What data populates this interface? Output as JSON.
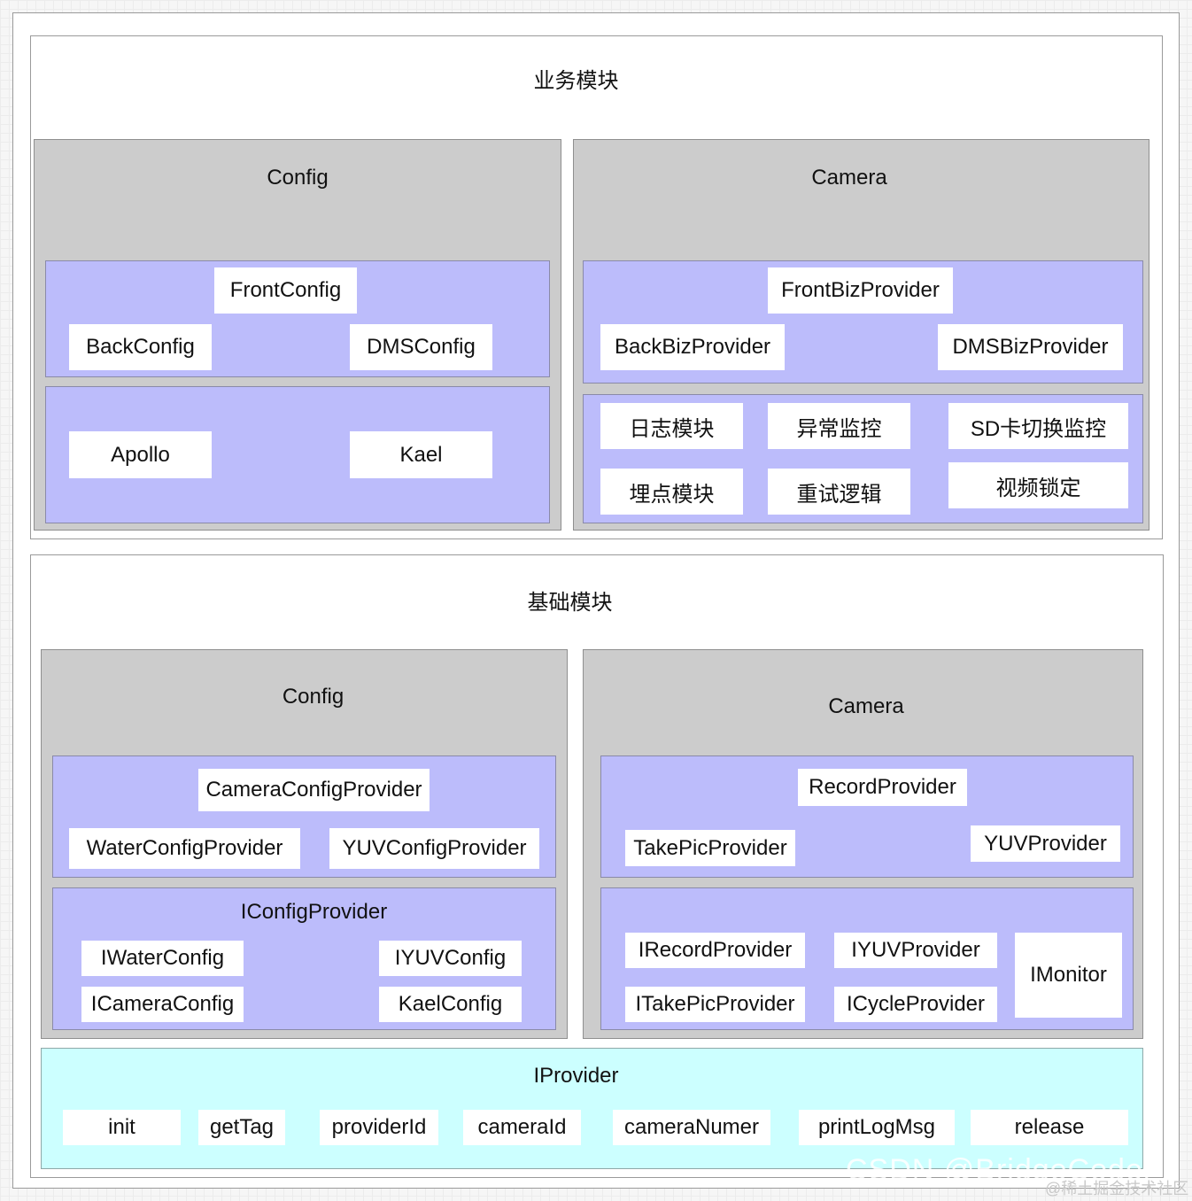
{
  "business": {
    "title": "业务模块",
    "config": {
      "title": "Config",
      "front": "FrontConfig",
      "back": "BackConfig",
      "dms": "DMSConfig",
      "apollo": "Apollo",
      "kael": "Kael"
    },
    "camera": {
      "title": "Camera",
      "front": "FrontBizProvider",
      "back": "BackBizProvider",
      "dms": "DMSBizProvider",
      "log": "日志模块",
      "exception": "异常监控",
      "sd": "SD卡切换监控",
      "tracking": "埋点模块",
      "retry": "重试逻辑",
      "lock": "视频锁定"
    }
  },
  "base": {
    "title": "基础模块",
    "config": {
      "title": "Config",
      "camera_config_provider": "CameraConfigProvider",
      "water_config_provider": "WaterConfigProvider",
      "yuv_config_provider": "YUVConfigProvider",
      "iconfig_provider": "IConfigProvider",
      "iwater_config": "IWaterConfig",
      "iyuv_config": "IYUVConfig",
      "icamera_config": "ICameraConfig",
      "kael_config": "KaelConfig"
    },
    "camera": {
      "title": "Camera",
      "record_provider": "RecordProvider",
      "takepic_provider": "TakePicProvider",
      "yuv_provider": "YUVProvider",
      "irecord_provider": "IRecordProvider",
      "iyuv_provider": "IYUVProvider",
      "imonitor": "IMonitor",
      "itakepic_provider": "ITakePicProvider",
      "icycle_provider": "ICycleProvider"
    },
    "iprovider": {
      "title": "IProvider",
      "methods": [
        "init",
        "getTag",
        "providerId",
        "cameraId",
        "cameraNumer",
        "printLogMsg",
        "release"
      ]
    }
  },
  "watermark": {
    "main": "CSDN @BridgeCoder",
    "sub": "@稀土掘金技术社区"
  }
}
